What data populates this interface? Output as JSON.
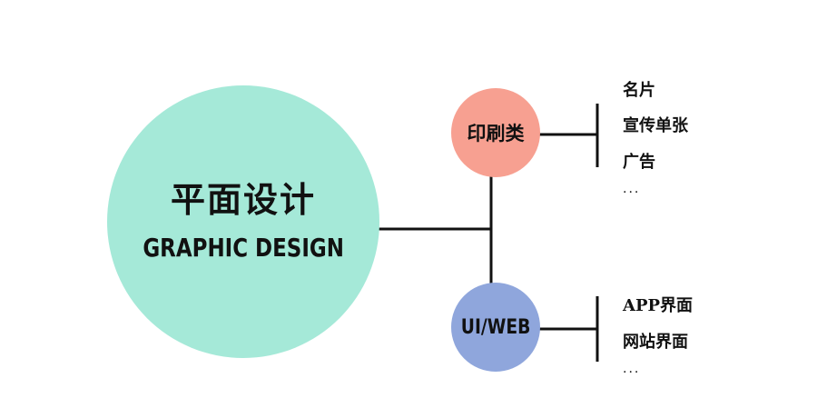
{
  "main": {
    "title": "平面设计",
    "subtitle": "GRAPHIC DESIGN",
    "color": "#a5e9d8"
  },
  "branches": [
    {
      "label": "印刷类",
      "color": "#f7a091",
      "items": [
        "名片",
        "宣传单张",
        "广告",
        "..."
      ]
    },
    {
      "label": "UI/WEB",
      "color": "#8fa6dc",
      "items": [
        "APP界面",
        "网站界面",
        "..."
      ]
    }
  ],
  "line_color": "#111111"
}
